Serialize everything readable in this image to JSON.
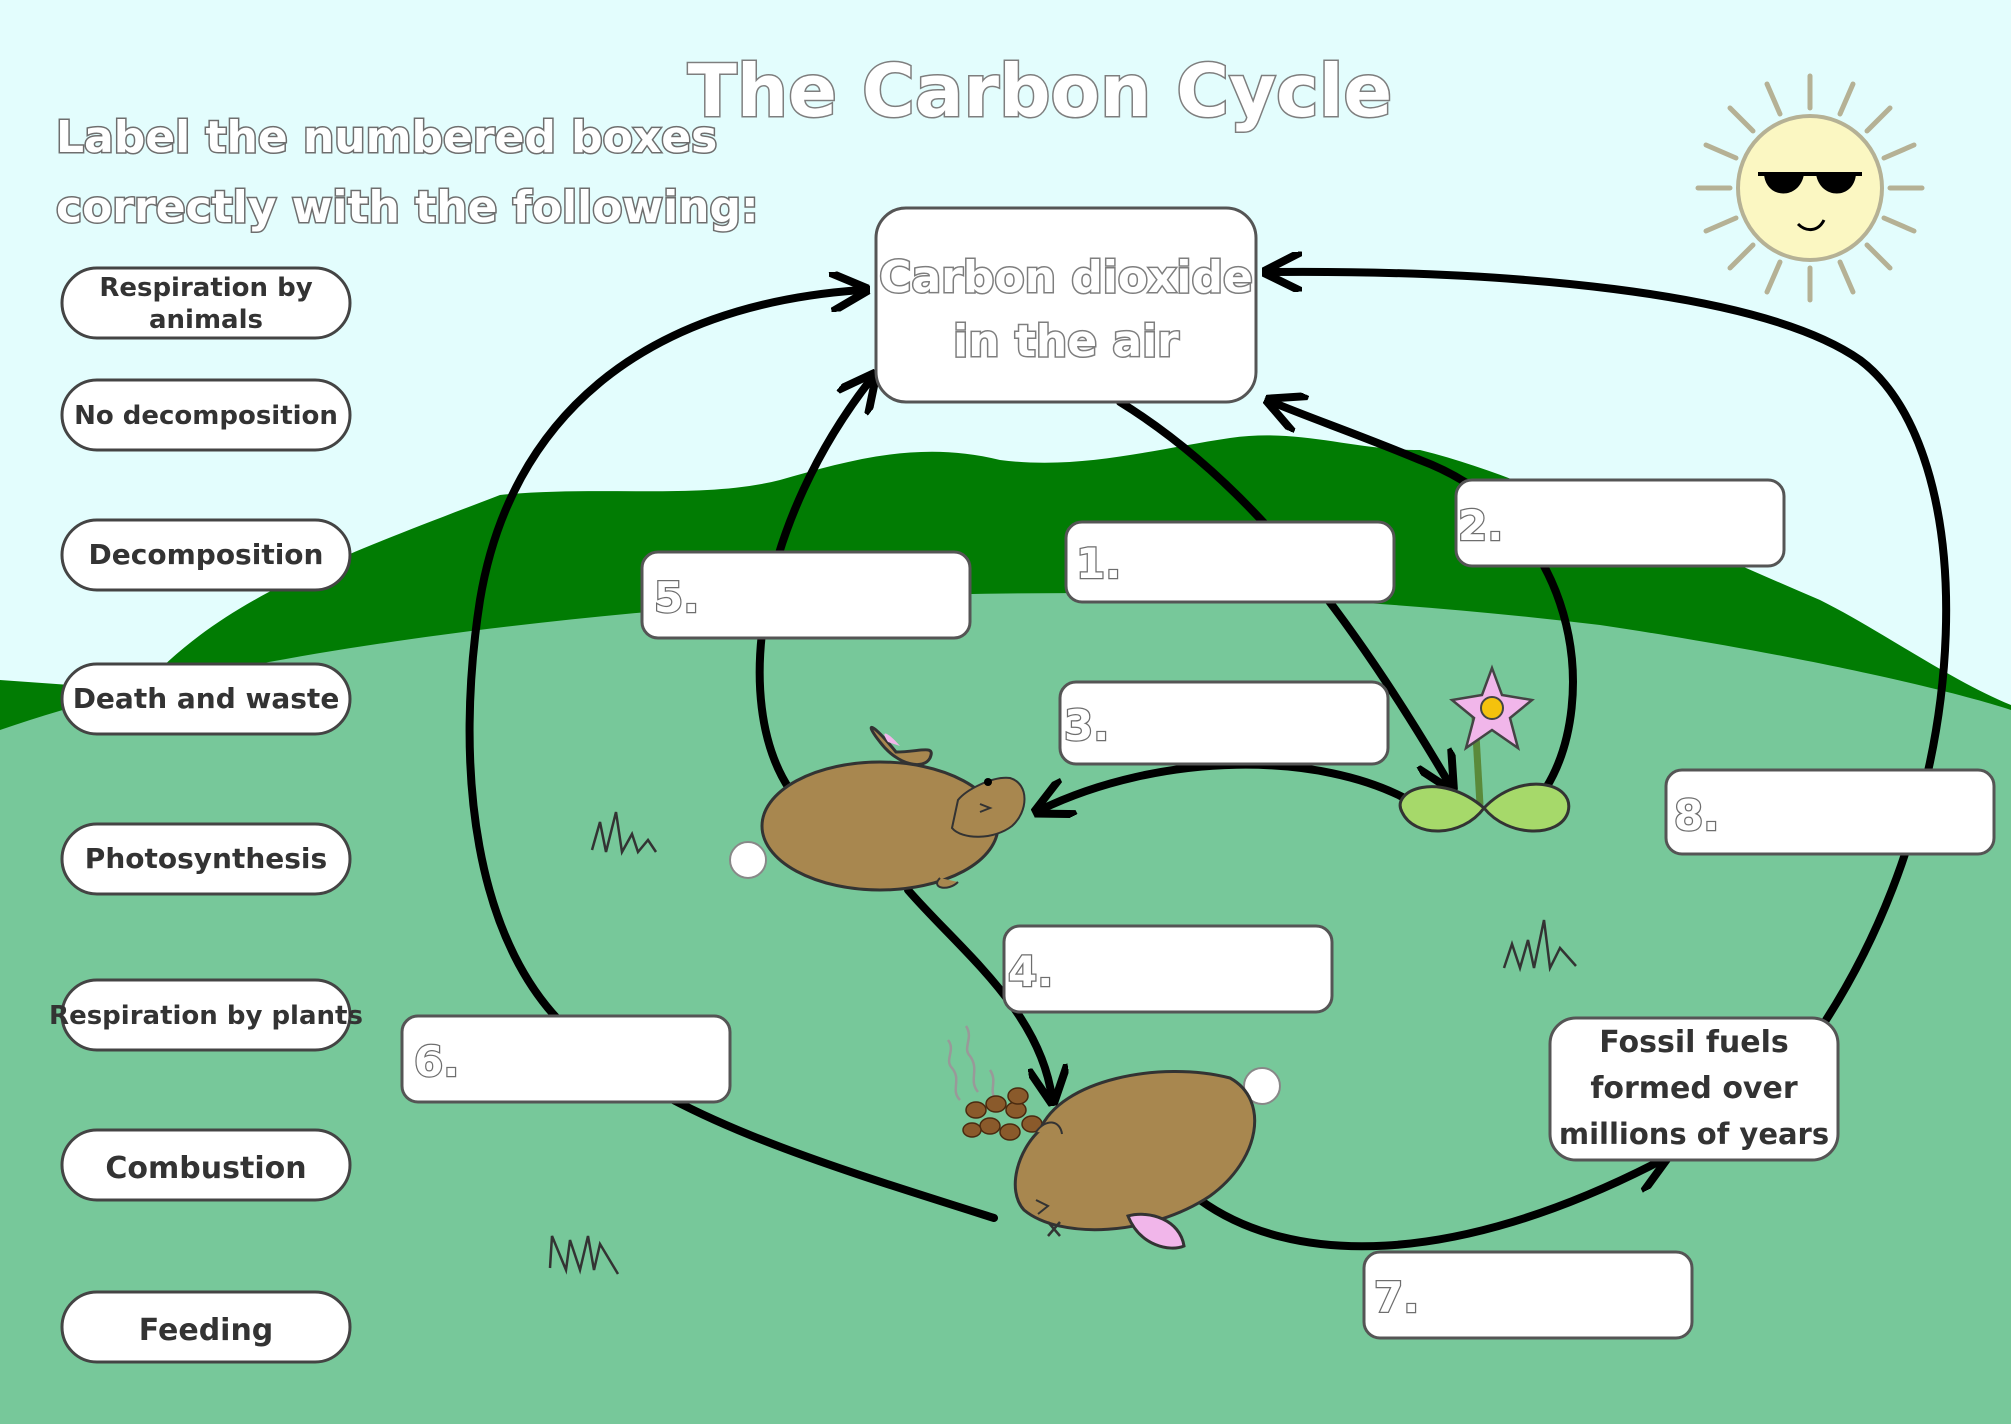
{
  "title": "The Carbon Cycle",
  "instructions": [
    "Label the numbered boxes",
    "correctly with the following:"
  ],
  "word_bank": [
    [
      "Respiration by",
      "animals"
    ],
    [
      "No decomposition"
    ],
    [
      "Decomposition"
    ],
    [
      "Death and waste"
    ],
    [
      "Photosynthesis"
    ],
    [
      "Respiration by plants"
    ],
    [
      "Combustion"
    ],
    [
      "Feeding"
    ]
  ],
  "central_box": [
    "Carbon dioxide",
    "in the air"
  ],
  "fossil_box": [
    "Fossil fuels",
    "formed over",
    "millions of years"
  ],
  "numbered_boxes": [
    {
      "label": "1.",
      "answer": ""
    },
    {
      "label": "2.",
      "answer": ""
    },
    {
      "label": "3.",
      "answer": ""
    },
    {
      "label": "4.",
      "answer": ""
    },
    {
      "label": "5.",
      "answer": ""
    },
    {
      "label": "6.",
      "answer": ""
    },
    {
      "label": "7.",
      "answer": ""
    },
    {
      "label": "8.",
      "answer": ""
    }
  ],
  "colors": {
    "sky": "#e3fdfd",
    "hills": "#017c03",
    "ground": "#77c89a",
    "rabbit": "#a8874f",
    "sun": "#fbf7c2",
    "leaf": "#a6d96a",
    "flower": "#f1b6ea",
    "outline_text": "#7e7e7e"
  },
  "icons": [
    "sun-with-sunglasses-icon",
    "rabbit-icon",
    "dead-rabbit-icon",
    "flower-icon",
    "grass-tuft-icon",
    "droppings-icon"
  ]
}
